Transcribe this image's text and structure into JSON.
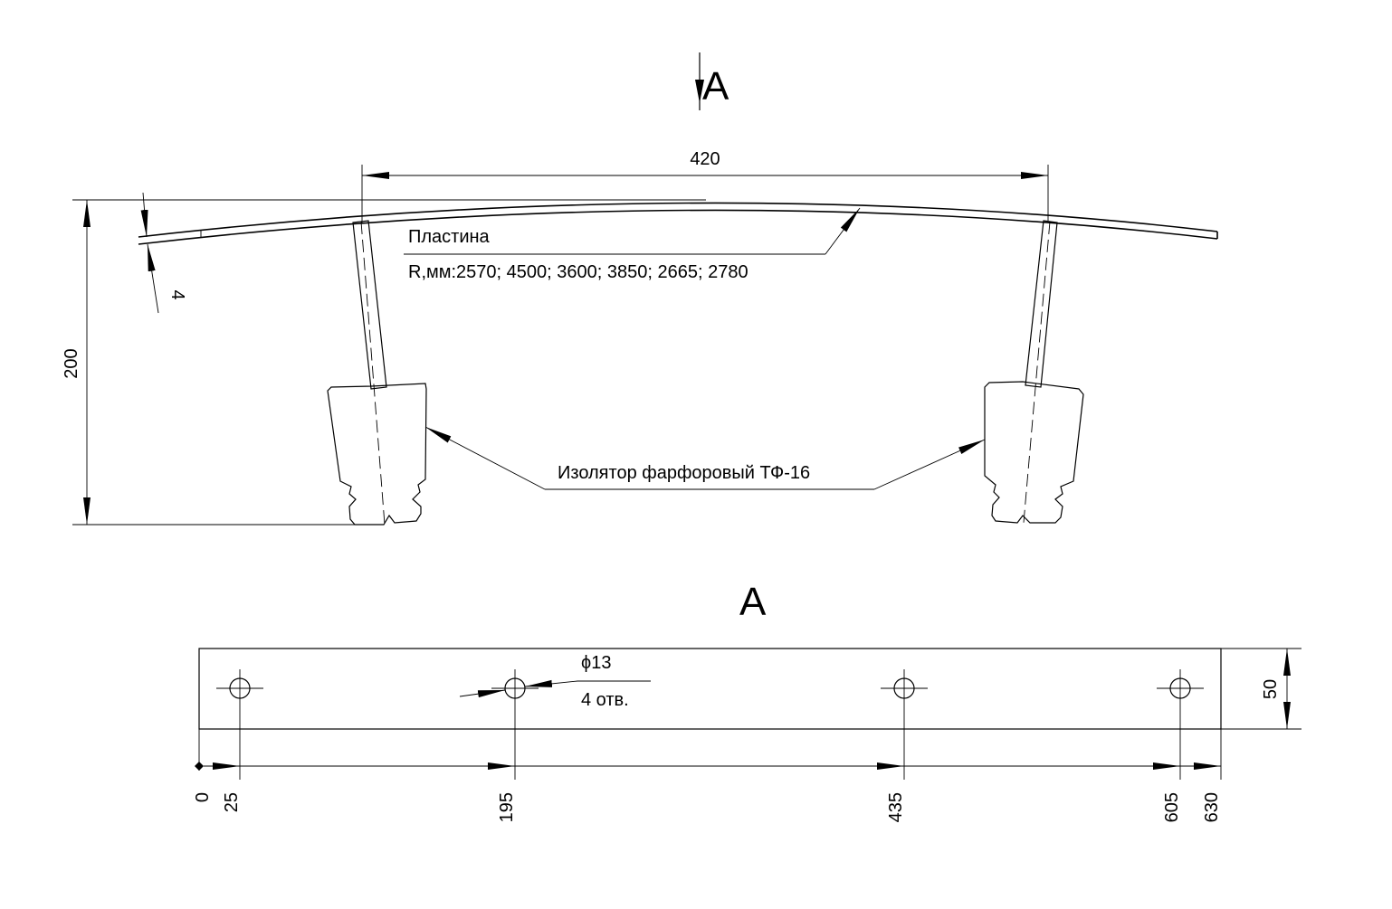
{
  "view_marker": {
    "letter_top": "A",
    "letter_bottom": "A"
  },
  "dimensions": {
    "span": "420",
    "height": "200",
    "thickness": "4",
    "plate_width": "50",
    "hole_diameter": "ϕ13",
    "hole_count": "4 отв.",
    "positions": [
      "0",
      "25",
      "195",
      "435",
      "605",
      "630"
    ]
  },
  "callouts": {
    "plate_name": "Пластина",
    "plate_radius": "R,мм:2570; 4500; 3600; 3850; 2665; 2780",
    "insulator": "Изолятор фарфоровый ТФ-16"
  }
}
